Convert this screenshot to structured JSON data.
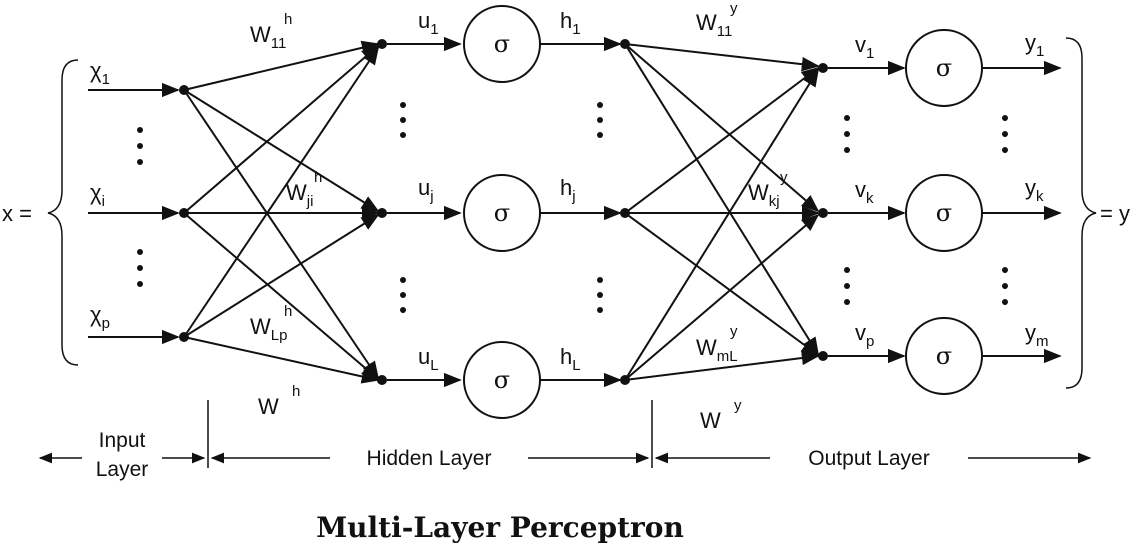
{
  "title": "Multi-Layer Perceptron",
  "x_vector": "x =",
  "y_vector": "= y",
  "inputs": [
    {
      "base": "χ",
      "sub": "1"
    },
    {
      "base": "χ",
      "sub": "i"
    },
    {
      "base": "χ",
      "sub": "p"
    }
  ],
  "hidden_in": [
    {
      "base": "u",
      "sub": "1"
    },
    {
      "base": "u",
      "sub": "j"
    },
    {
      "base": "u",
      "sub": "L"
    }
  ],
  "hidden_out": [
    {
      "base": "h",
      "sub": "1"
    },
    {
      "base": "h",
      "sub": "j"
    },
    {
      "base": "h",
      "sub": "L"
    }
  ],
  "output_in": [
    {
      "base": "v",
      "sub": "1"
    },
    {
      "base": "v",
      "sub": "k"
    },
    {
      "base": "v",
      "sub": "p"
    }
  ],
  "outputs": [
    {
      "base": "y",
      "sub": "1"
    },
    {
      "base": "y",
      "sub": "k"
    },
    {
      "base": "y",
      "sub": "m"
    }
  ],
  "activation": "σ",
  "weights_hidden": [
    {
      "base": "W",
      "sub": "11",
      "sup": "h"
    },
    {
      "base": "W",
      "sub": "ji",
      "sup": "h"
    },
    {
      "base": "W",
      "sub": "Lp",
      "sup": "h"
    }
  ],
  "weights_output": [
    {
      "base": "W",
      "sub": "11",
      "sup": "y"
    },
    {
      "base": "W",
      "sub": "kj",
      "sup": "y"
    },
    {
      "base": "W",
      "sub": "mL",
      "sup": "y"
    }
  ],
  "matrix_hidden": {
    "base": "W",
    "sup": "h"
  },
  "matrix_output": {
    "base": "W",
    "sup": "y"
  },
  "layers": {
    "input_line1": "Input",
    "input_line2": "Layer",
    "hidden": "Hidden Layer",
    "output": "Output Layer"
  }
}
